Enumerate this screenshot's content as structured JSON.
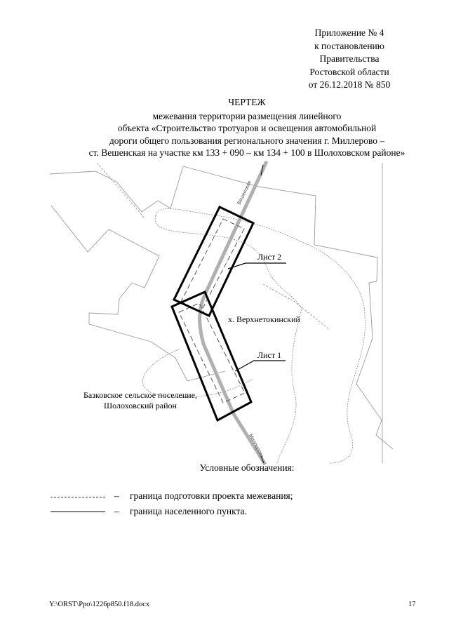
{
  "appendix": {
    "lines": [
      "Приложение № 4",
      "к постановлению",
      "Правительства",
      "Ростовской области",
      "от 26.12.2018 № 850"
    ]
  },
  "title": {
    "heading": "ЧЕРТЕЖ",
    "lines": [
      "межевания территории размещения линейного",
      "объекта «Строительство тротуаров и освещения автомобильной",
      "дороги общего пользования регионального значения г. Миллерово –",
      "ст. Вешенская на участке км 133 + 090 – км 134 + 100 в Шолоховском районе»"
    ]
  },
  "map": {
    "sheet2_label": "Лист 2",
    "sheet1_label": "Лист 1",
    "settlement_label": "х. Верхнетокинский",
    "district_label_1": "Базковское сельское поселение,",
    "district_label_2": "Шолоховский район",
    "road_label_north": "Вешенская",
    "road_label_south": "Миллерово",
    "road_color": "#b0b0b0"
  },
  "legend": {
    "title": "Условные обозначения:",
    "items": [
      {
        "symbol": "dashed-line",
        "dash": "–",
        "text": "граница подготовки проекта межевания;"
      },
      {
        "symbol": "solid-line",
        "dash": "–",
        "text": "граница населенного пункта."
      }
    ]
  },
  "footer": {
    "path": "Y:\\ORST\\Ppo\\1226p850.f18.docx",
    "page": "17"
  }
}
